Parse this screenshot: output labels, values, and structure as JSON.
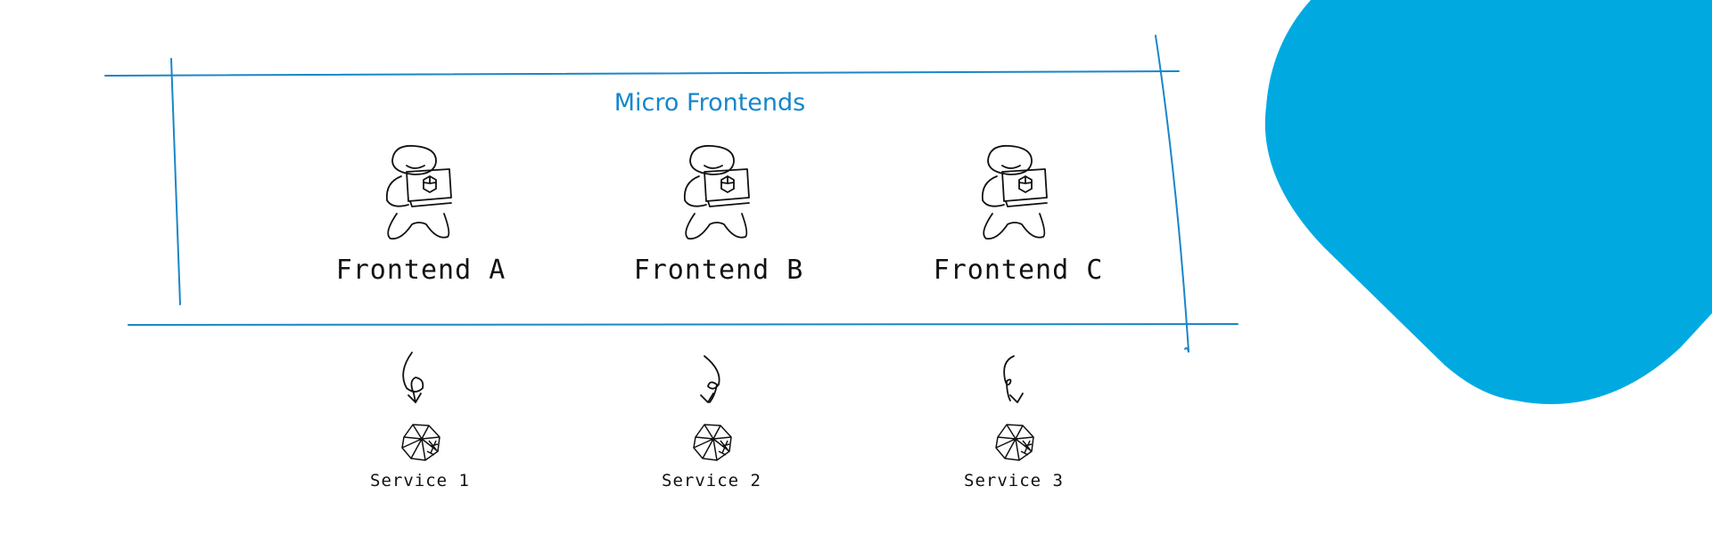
{
  "diagram": {
    "title": "Micro Frontends",
    "frontends": [
      {
        "label": "Frontend A"
      },
      {
        "label": "Frontend B"
      },
      {
        "label": "Frontend C"
      }
    ],
    "services": [
      {
        "label": "Service 1"
      },
      {
        "label": "Service 2"
      },
      {
        "label": "Service 3"
      }
    ],
    "colors": {
      "accent": "#1487cc",
      "blob": "#00aae1",
      "ink": "#111111"
    },
    "icons": {
      "frontend": "developer-with-laptop-icon",
      "service": "service-polyhedron-icon",
      "flow": "curly-arrow-down-icon"
    }
  }
}
